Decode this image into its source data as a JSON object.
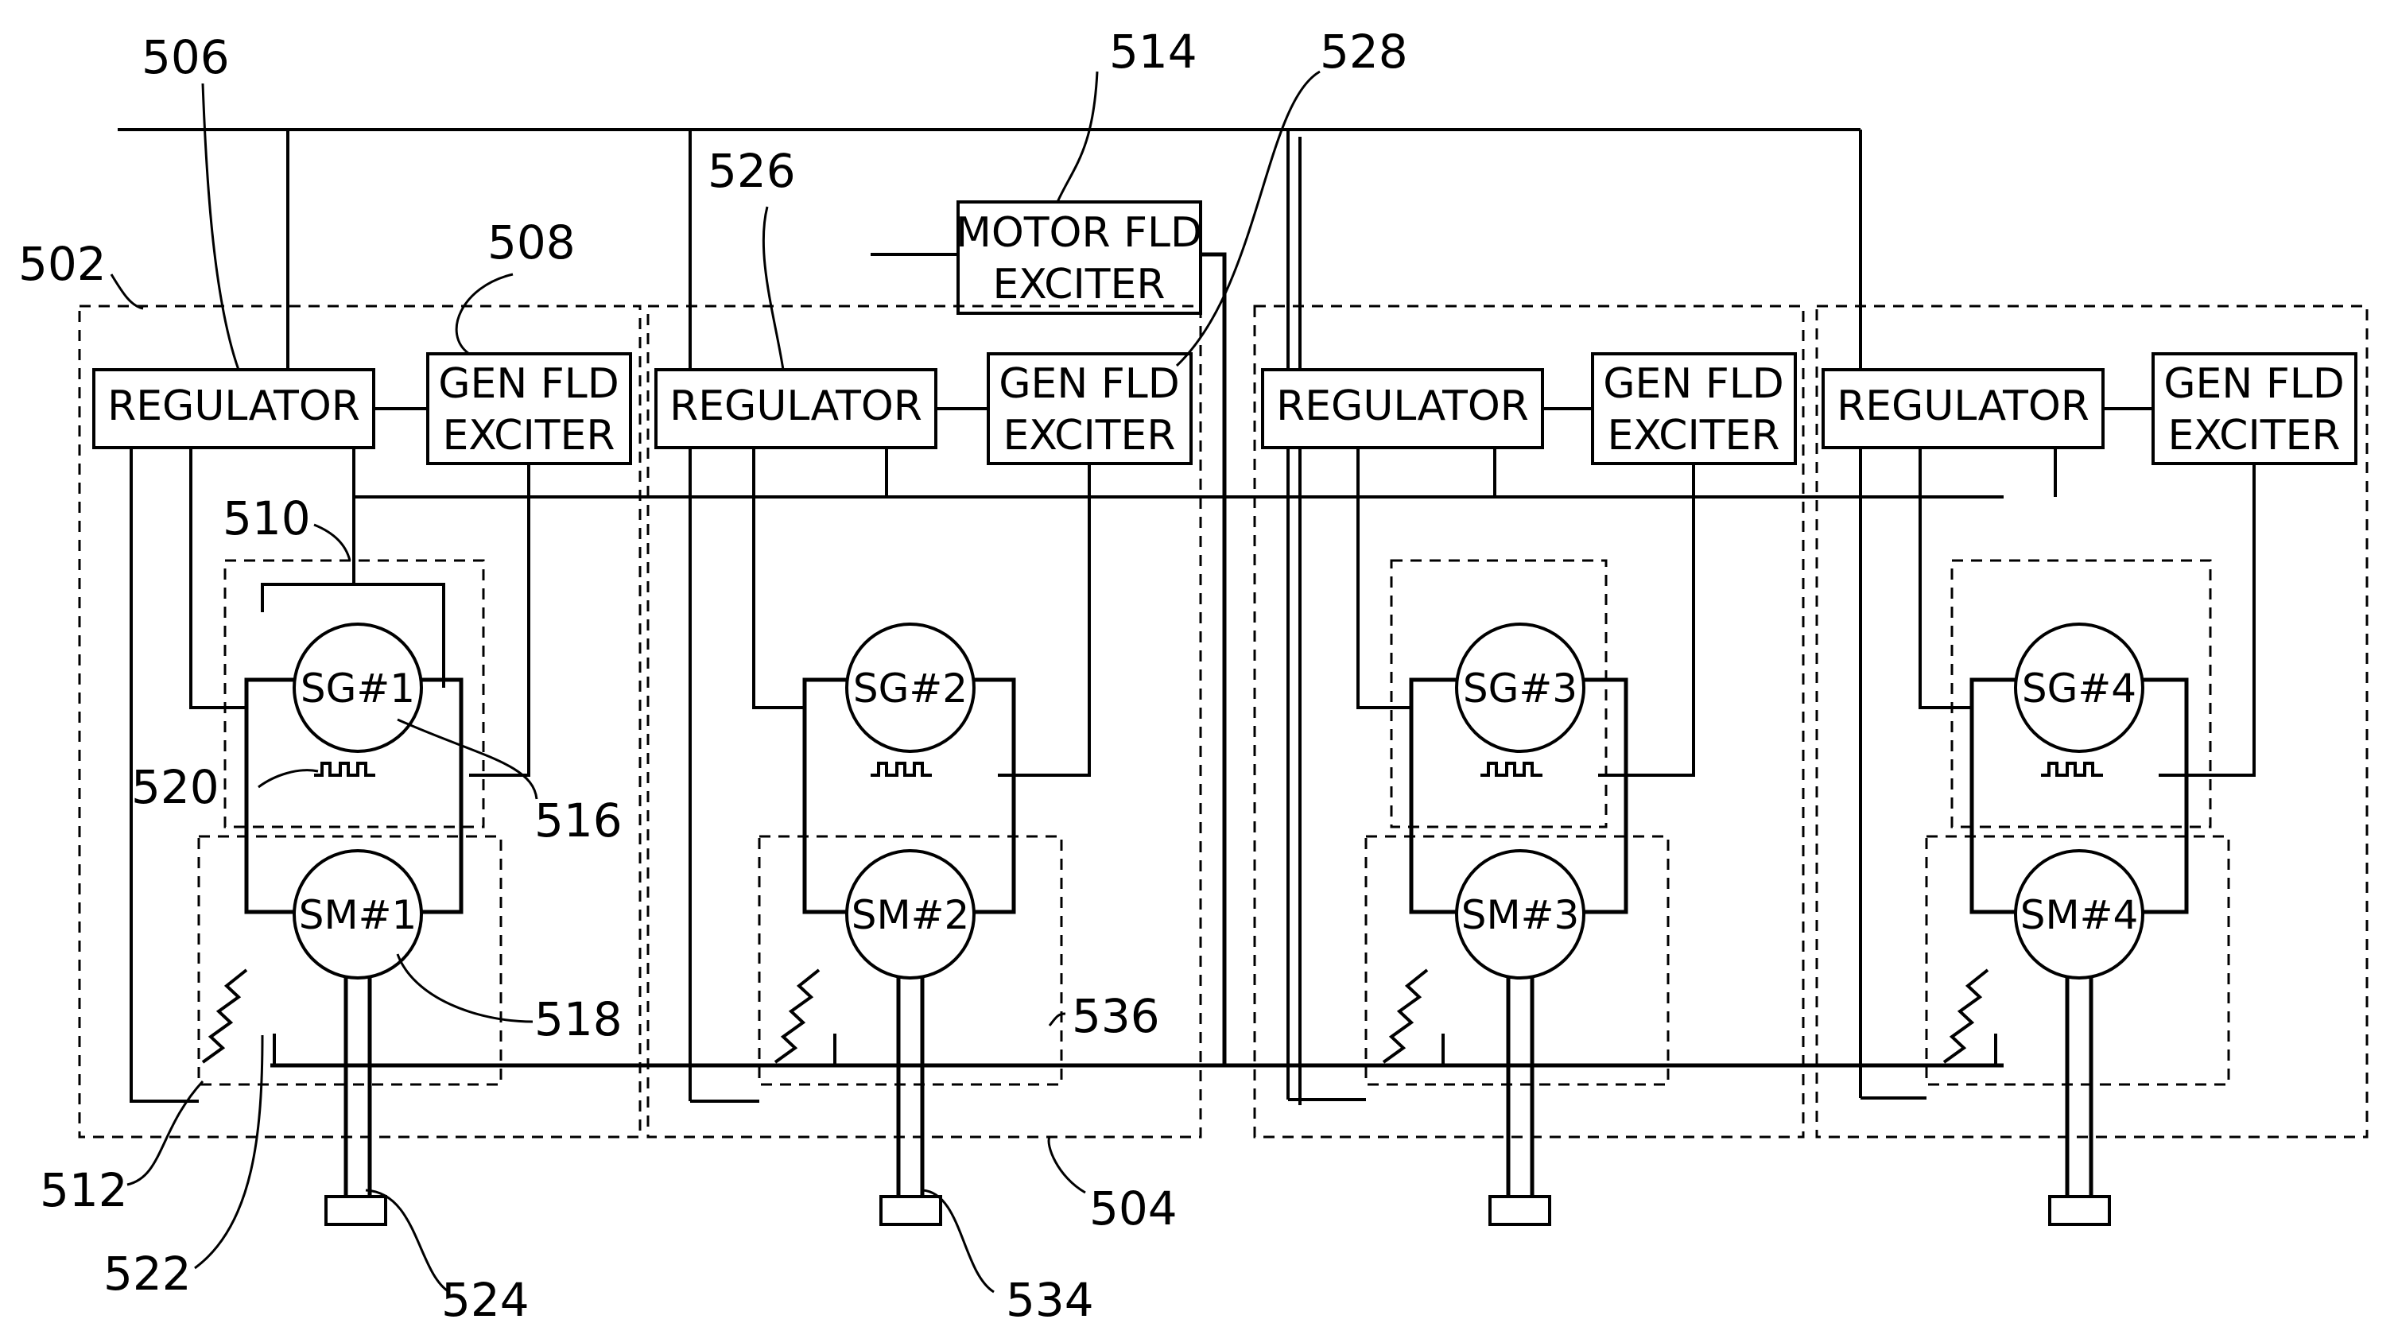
{
  "labels": {
    "regulator": "REGULATOR",
    "gen_fld_1": "GEN FLD",
    "gen_fld_2": "EXCITER",
    "motor_fld_1": "MOTOR FLD",
    "motor_fld_2": "EXCITER"
  },
  "generators": [
    "SG#1",
    "SG#2",
    "SG#3",
    "SG#4"
  ],
  "motors": [
    "SM#1",
    "SM#2",
    "SM#3",
    "SM#4"
  ],
  "refs": {
    "r502": "502",
    "r504": "504",
    "r506": "506",
    "r508": "508",
    "r510": "510",
    "r512": "512",
    "r514": "514",
    "r516": "516",
    "r518": "518",
    "r520": "520",
    "r522": "522",
    "r524": "524",
    "r526": "526",
    "r528": "528",
    "r534": "534",
    "r536": "536"
  }
}
